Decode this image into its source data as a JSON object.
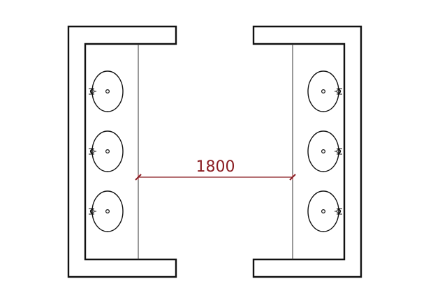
{
  "drawing": {
    "background_color": "#ffffff",
    "wall_color": "#111111",
    "line_color": "#333333",
    "dimension_color": "#8b1e23",
    "dimension_label": "1800"
  },
  "fixtures": {
    "left_sinks": [
      {
        "id": "left-sink-1"
      },
      {
        "id": "left-sink-2"
      },
      {
        "id": "left-sink-3"
      }
    ],
    "right_sinks": [
      {
        "id": "right-sink-1"
      },
      {
        "id": "right-sink-2"
      },
      {
        "id": "right-sink-3"
      }
    ]
  }
}
